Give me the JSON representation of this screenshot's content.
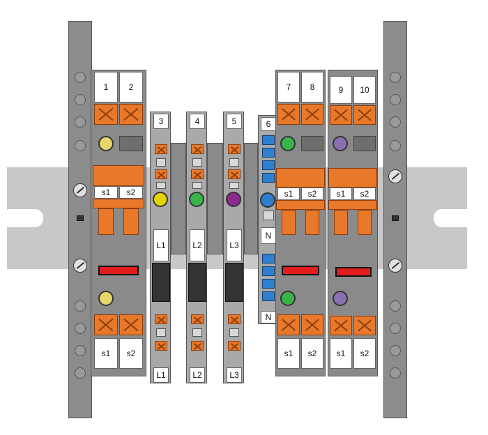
{
  "colors": {
    "rail": "#c8c8c8",
    "housing": "#7a7a7a",
    "orange": "#e8782a",
    "red": "#e11d1d",
    "blue": "#2f7fd0"
  },
  "left_block": {
    "top_labels": [
      "1",
      "2"
    ],
    "middle_labels": [
      "s1",
      "s2"
    ],
    "bottom_labels": [
      "s1",
      "s2"
    ],
    "led_color": "#e6d66a",
    "status_led_color": "#e6d66a"
  },
  "narrow_terminals": [
    {
      "top_label": "3",
      "mid_label": "L1",
      "bottom_label": "L1",
      "led_color": "#e3d400"
    },
    {
      "top_label": "4",
      "mid_label": "L2",
      "bottom_label": "L2",
      "led_color": "#39b54a"
    },
    {
      "top_label": "5",
      "mid_label": "L3",
      "bottom_label": "L3",
      "led_color": "#8b2a90"
    }
  ],
  "neutral_terminal": {
    "top_label": "6",
    "mid_label": "N",
    "bottom_label": "N",
    "led_color": "#2f7fd0"
  },
  "right_block_a": {
    "top_labels": [
      "7",
      "8"
    ],
    "middle_labels": [
      "s1",
      "s2"
    ],
    "bottom_labels": [
      "s1",
      "s2"
    ],
    "led_color": "#39b54a"
  },
  "right_block_b": {
    "top_labels": [
      "9",
      "10"
    ],
    "middle_labels": [
      "s1",
      "s2"
    ],
    "bottom_labels": [
      "s1",
      "s2"
    ],
    "led_color": "#8b6fb0"
  }
}
